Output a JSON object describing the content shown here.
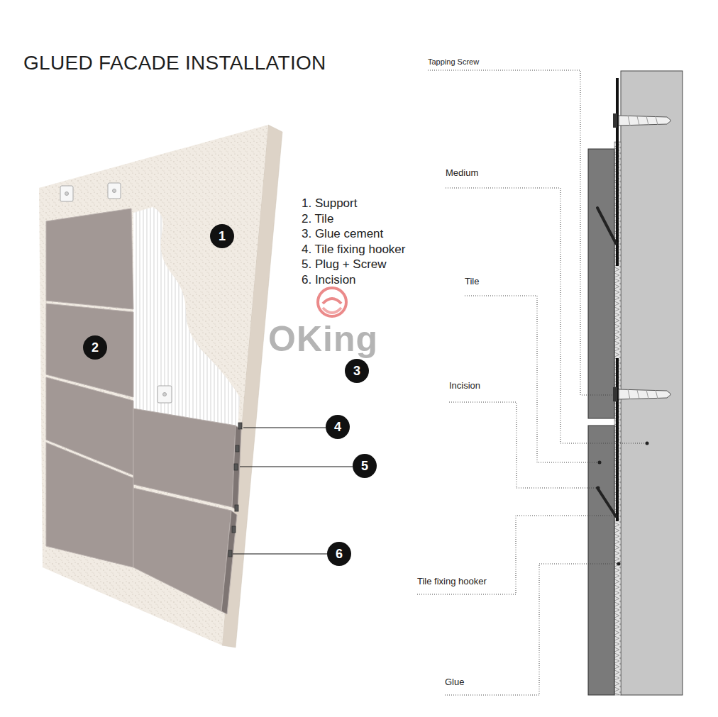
{
  "diagram": {
    "title": "GLUED FACADE INSTALLATION",
    "nodes": [
      {
        "text": [
          "1"
        ]
      },
      {
        "text": [
          "2"
        ]
      },
      {
        "text": [
          "3"
        ]
      },
      {
        "text": [
          "4"
        ]
      },
      {
        "text": [
          "5"
        ]
      },
      {
        "text": [
          "6"
        ]
      }
    ],
    "labels": [
      "1. Support",
      "2. Tile",
      "3. Glue cement",
      "4. Tile fixing hooker",
      "5. Plug + Screw",
      "6. Incision",
      "OKing",
      "Tapping Screw",
      "Medium",
      "Tile",
      "Incision",
      "Tile fixing hooker",
      "Glue"
    ]
  }
}
